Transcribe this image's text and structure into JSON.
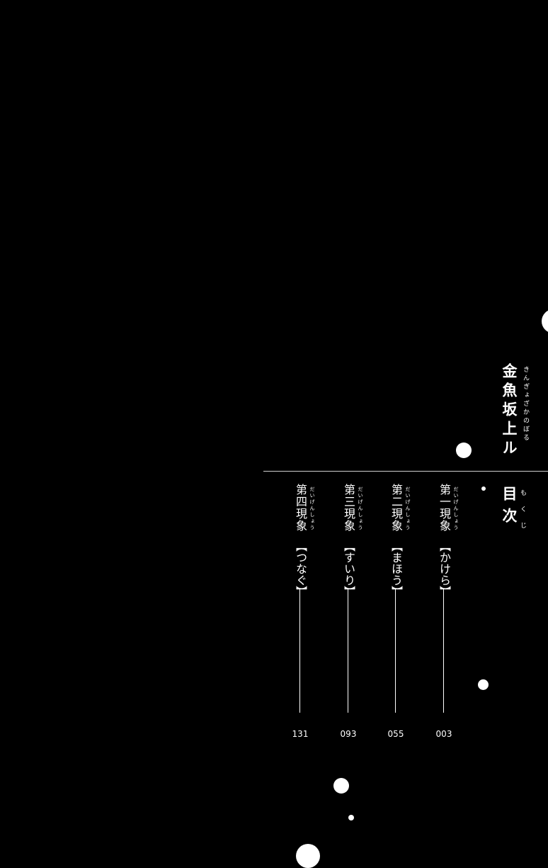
{
  "book": {
    "title": "金魚坂上ル",
    "title_ruby": "きんぎょざかのぼる"
  },
  "toc": {
    "heading": "目次",
    "heading_ruby": "もくじ"
  },
  "chapters": [
    {
      "number": "第一現象",
      "ruby": "だいげんしょう",
      "subtitle": "【かけら】",
      "page": "003"
    },
    {
      "number": "第二現象",
      "ruby": "だいげんしょう",
      "subtitle": "【まほう】",
      "page": "055"
    },
    {
      "number": "第三現象",
      "ruby": "だいげんしょう",
      "subtitle": "【すいり】",
      "page": "093"
    },
    {
      "number": "第四現象",
      "ruby": "だいげんしょう",
      "subtitle": "【つなぐ】",
      "page": "131"
    }
  ],
  "colors": {
    "background": "#000000",
    "text": "#ffffff"
  }
}
